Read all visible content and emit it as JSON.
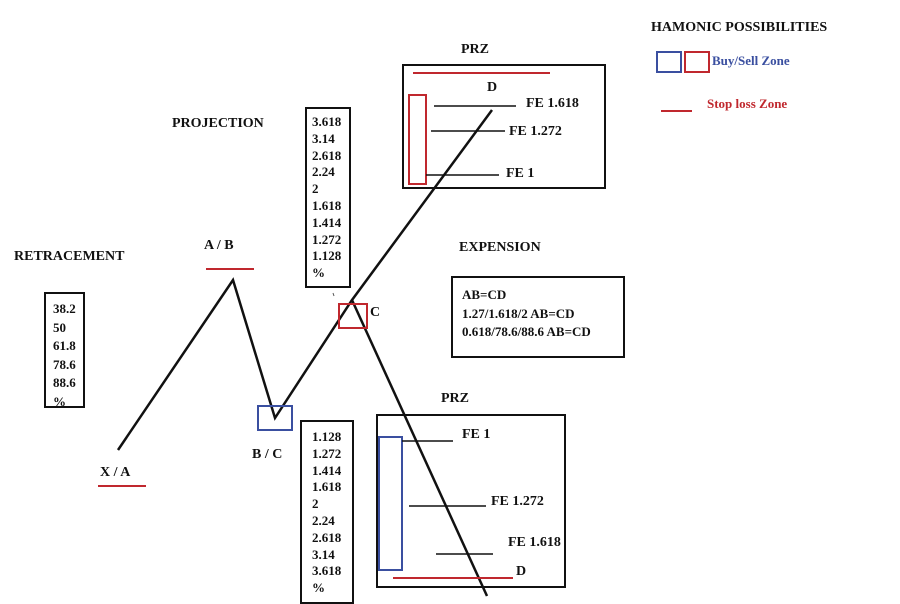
{
  "legend": {
    "title": "HAMONIC POSSIBILITIES",
    "zone_label": "Buy/Sell Zone",
    "stop_label": "Stop loss Zone",
    "colors": {
      "buy": "#3a4fa0",
      "sell": "#c0282e"
    }
  },
  "labels": {
    "retracement": "RETRACEMENT",
    "projection": "PROJECTION",
    "expension": "EXPENSION",
    "xa": "X / A",
    "ab": "A / B",
    "bc": "B / C",
    "c": "C",
    "prz_top": "PRZ",
    "prz_bottom": "PRZ"
  },
  "retracement_levels": [
    "38.2",
    "50",
    "61.8",
    "78.6",
    "88.6",
    "%"
  ],
  "projection_top_levels": [
    "3.618",
    "3.14",
    "2.618",
    "2.24",
    "2",
    "1.618",
    "1.414",
    "1.272",
    "1.128",
    "%"
  ],
  "projection_bottom_levels": [
    "1.128",
    "1.272",
    "1.414",
    "1.618",
    "2",
    "2.24",
    "2.618",
    "3.14",
    "3.618",
    "%"
  ],
  "expension_lines": [
    "AB=CD",
    "1.27/1.618/2 AB=CD",
    "0.618/78.6/88.6 AB=CD"
  ],
  "prz_top": {
    "d": "D",
    "levels": [
      "FE 1.618",
      "FE 1.272",
      "FE 1"
    ]
  },
  "prz_bottom": {
    "d": "D",
    "levels": [
      "FE 1",
      "FE 1.272",
      "FE 1.618"
    ]
  }
}
